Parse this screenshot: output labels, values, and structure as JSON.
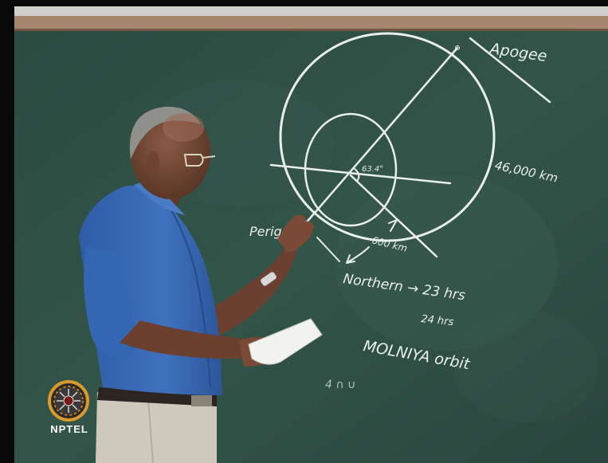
{
  "board_notes": {
    "apogee": "Apogee",
    "distance_far": "46,000 km",
    "angle": "63.4°",
    "perigee": "Perig",
    "distance_near": "600 km",
    "northern": "Northern → 23 hrs",
    "hours": "24 hrs",
    "orbit_name": "MOLNIYA orbit",
    "scribble": "4 ∩ ∪"
  },
  "logo": {
    "label": "NPTEL"
  },
  "colors": {
    "board": "#2f4f46",
    "chalk": "#e9efe9",
    "wood_frame": "#a6866c",
    "shirt": "#3a69b4",
    "trousers": "#cfc9bd"
  }
}
